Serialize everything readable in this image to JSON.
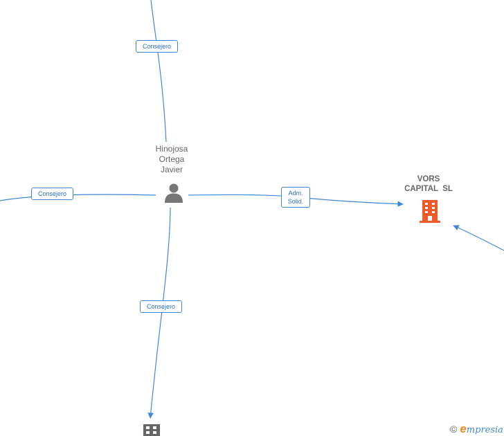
{
  "nodes": {
    "person": {
      "name_lines": [
        "Hinojosa",
        "Ortega",
        "Javier"
      ],
      "icon": "person-icon"
    },
    "company_main": {
      "name_lines": [
        "VORS",
        "CAPITAL  SL"
      ],
      "icon": "building-icon",
      "color": "#f05a28"
    },
    "company_bottom": {
      "icon": "building-icon",
      "color": "#666666"
    }
  },
  "edges": [
    {
      "id": "top",
      "label_lines": [
        "Consejero"
      ]
    },
    {
      "id": "left",
      "label_lines": [
        "Consejero"
      ]
    },
    {
      "id": "right",
      "label_lines": [
        "Adm.",
        "Solid."
      ]
    },
    {
      "id": "bottom",
      "label_lines": [
        "Consejero"
      ]
    },
    {
      "id": "far-right"
    }
  ],
  "colors": {
    "edge": "#3f86d6",
    "label_text": "#2b6fc2",
    "brand_accent": "#f28a1b"
  },
  "brand": {
    "copyright": "©",
    "e_letter": "e",
    "rest": "mpresia"
  }
}
